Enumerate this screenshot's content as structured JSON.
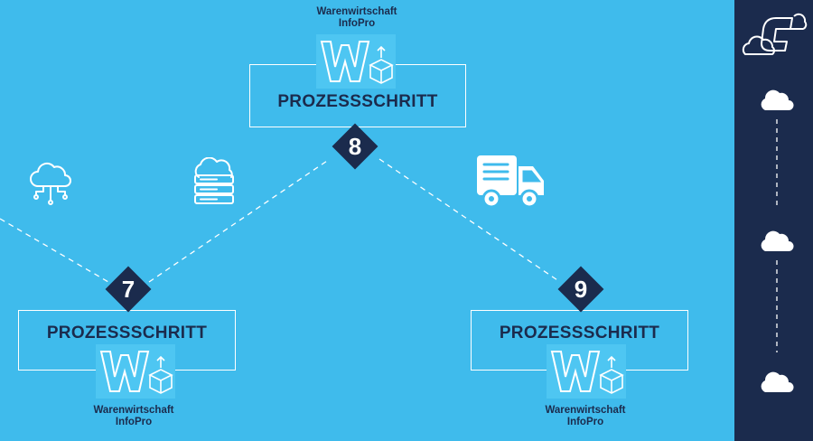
{
  "steps": [
    {
      "label": "PROZESSSCHRITT",
      "number": "7"
    },
    {
      "label": "PROZESSSCHRITT",
      "number": "8"
    },
    {
      "label": "PROZESSSCHRITT",
      "number": "9"
    }
  ],
  "apps": [
    {
      "line1": "Warenwirtschaft",
      "line2": "InfoPro"
    },
    {
      "line1": "Warenwirtschaft",
      "line2": "InfoPro"
    },
    {
      "line1": "Warenwirtschaft",
      "line2": "InfoPro"
    }
  ],
  "icons": {
    "left_1": "cloud-network-icon",
    "left_2": "cloud-server-icon",
    "right": "delivery-truck-icon",
    "sidebar": [
      "brand-logo-icon",
      "cloud-icon",
      "cloud-icon",
      "cloud-icon"
    ]
  },
  "colors": {
    "background": "#3fbbec",
    "sidebar": "#1b2b4d",
    "text_dark": "#1b2b4d",
    "white": "#ffffff"
  }
}
